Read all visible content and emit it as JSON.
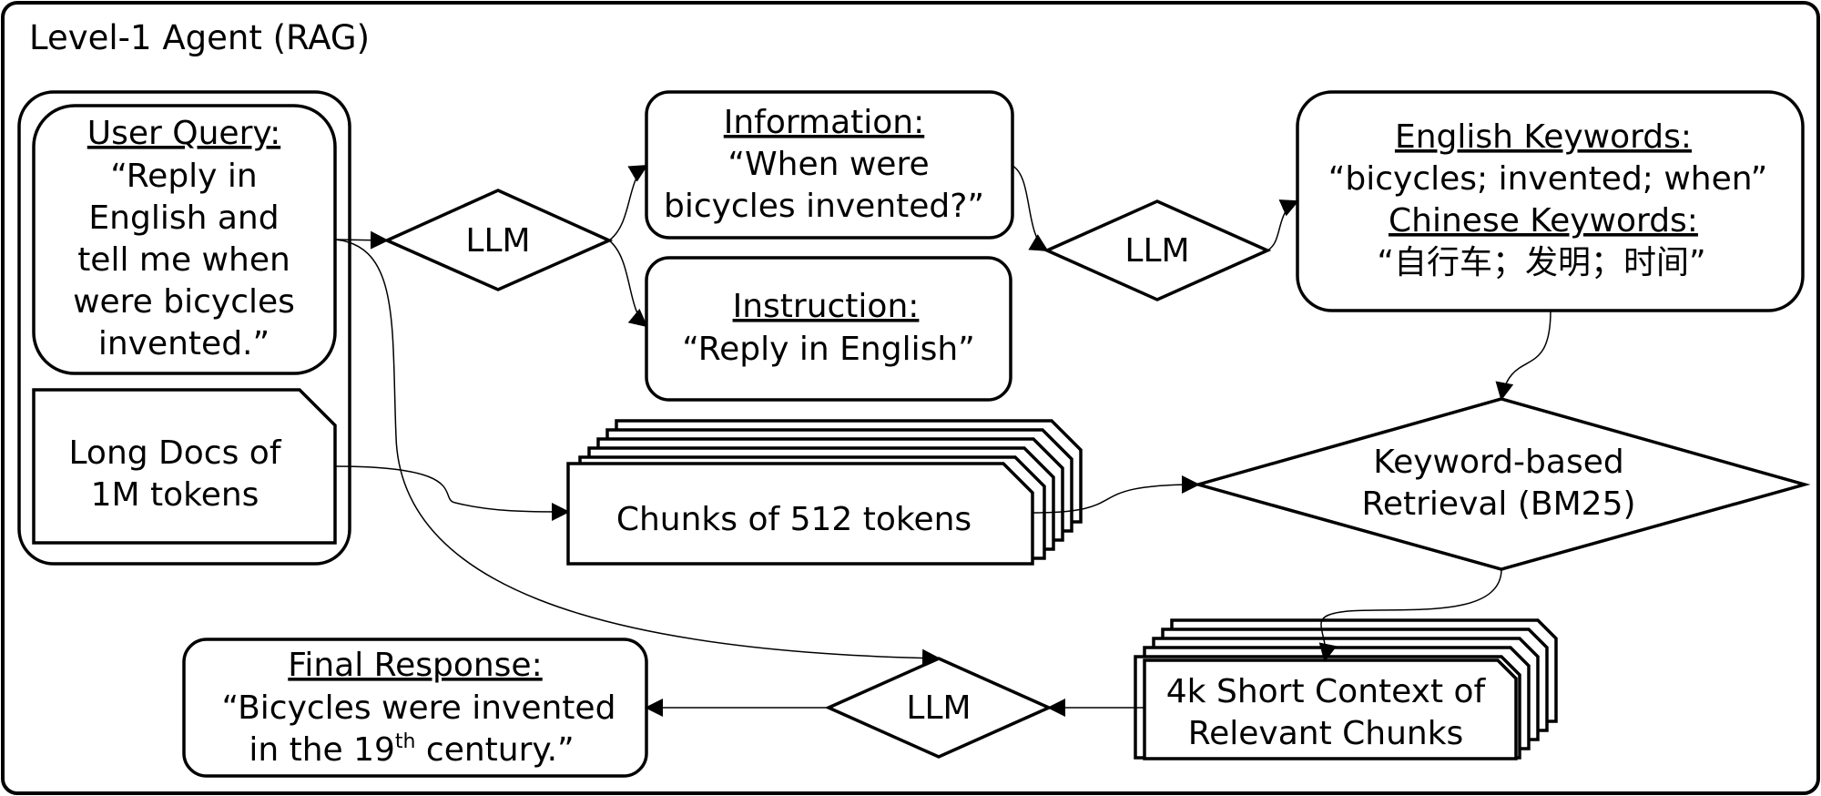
{
  "title": "Level-1 Agent (RAG)",
  "user_query": {
    "heading": "User Query:",
    "lines": [
      "“Reply in",
      "English and",
      "tell me when",
      "were bicycles",
      "invented.”"
    ]
  },
  "long_docs": {
    "lines": [
      "Long Docs of",
      "1M tokens"
    ]
  },
  "llm_label": "LLM",
  "information": {
    "heading": "Information:",
    "lines": [
      "“When were",
      "bicycles invented?”"
    ]
  },
  "instruction": {
    "heading": "Instruction:",
    "lines": [
      "“Reply in English”"
    ]
  },
  "keywords": {
    "english_heading": "English Keywords:",
    "english_value": "“bicycles; invented; when”",
    "chinese_heading": "Chinese Keywords:",
    "chinese_value": "“自行车；发明；时间”"
  },
  "chunks": {
    "label": "Chunks of 512 tokens"
  },
  "retrieval": {
    "lines": [
      "Keyword-based",
      "Retrieval (BM25)"
    ]
  },
  "short_context": {
    "lines": [
      "4k Short Context of",
      "Relevant Chunks"
    ]
  },
  "final_response": {
    "heading": "Final Response:",
    "line1": "“Bicycles were invented",
    "line2_pre": "in the 19",
    "line2_sup": "th",
    "line2_post": " century.”"
  }
}
